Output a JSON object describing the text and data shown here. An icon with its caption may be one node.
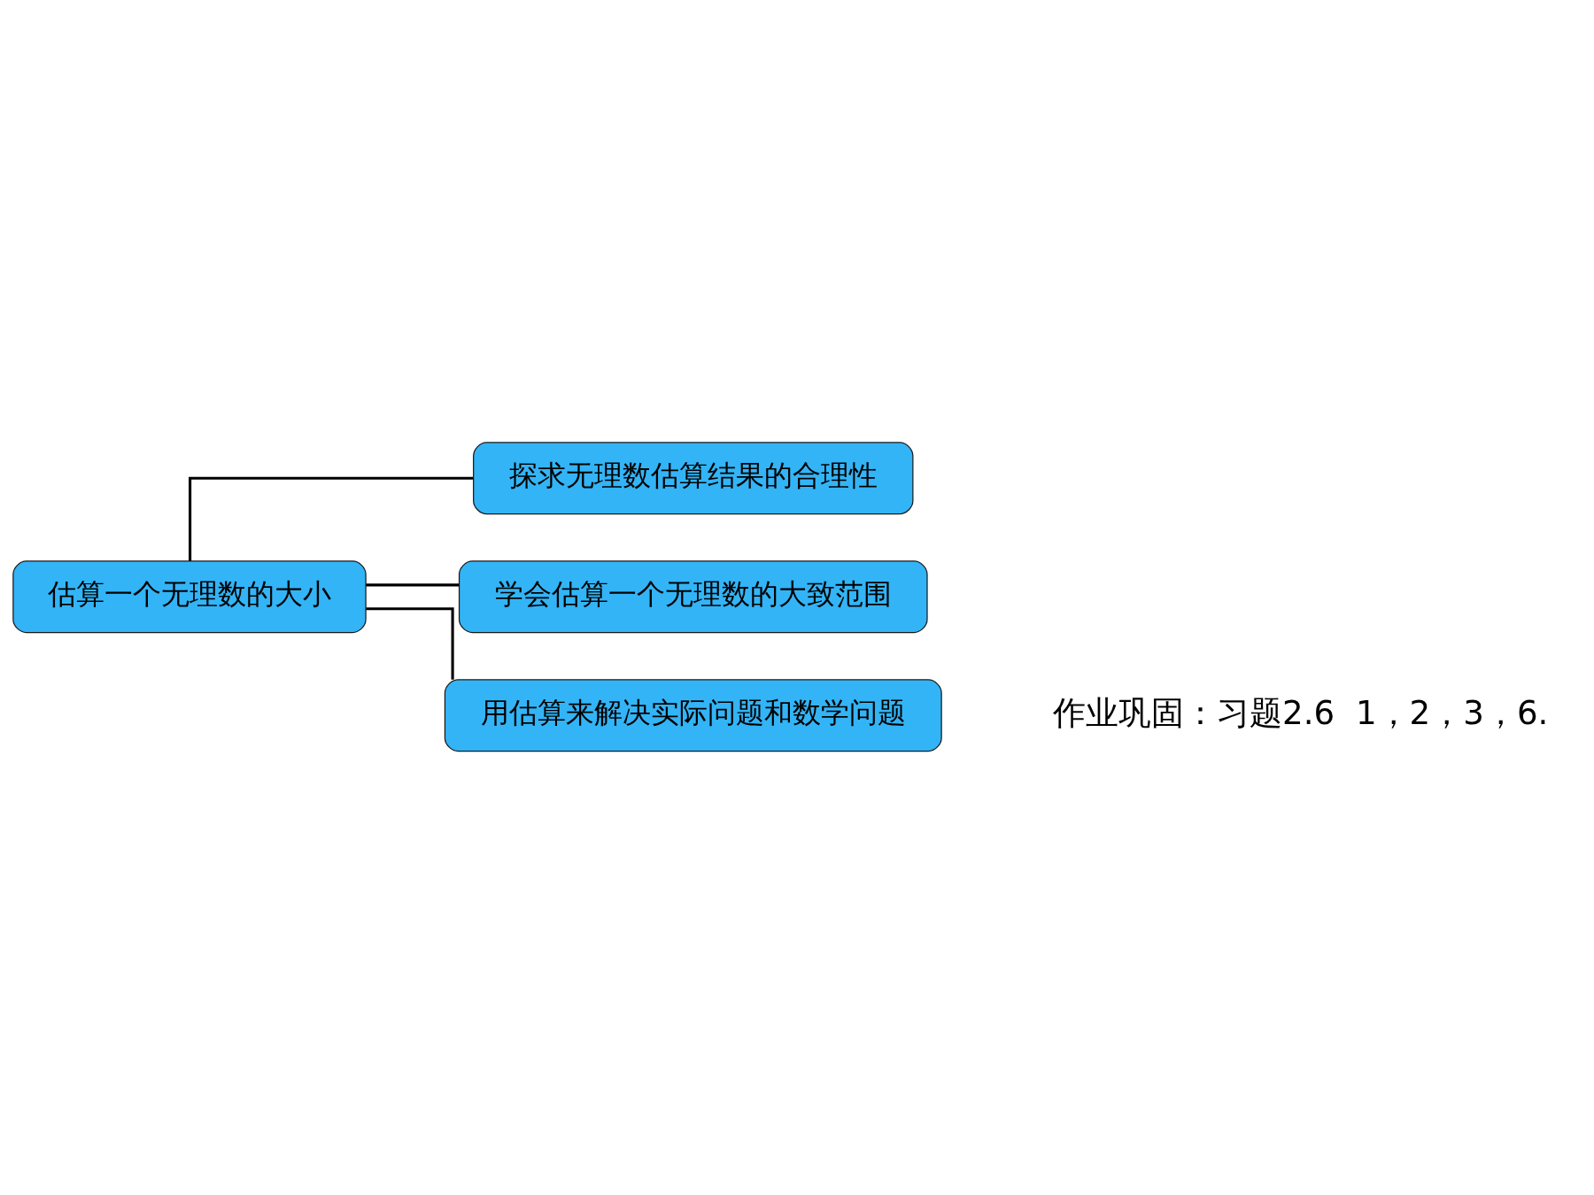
{
  "diagram": {
    "nodes": [
      {
        "text": [
          "估算一个无理数的大小"
        ]
      },
      {
        "text": [
          "探求无理数估算结果的合理性"
        ]
      },
      {
        "text": [
          "学会估算一个无理数的大致范围"
        ]
      },
      {
        "text": [
          "用估算来解决实际问题和数学问题"
        ]
      }
    ],
    "edges": [
      {
        "from": 0,
        "to": 1,
        "arrow": "none"
      },
      {
        "from": 0,
        "to": 2,
        "arrow": "none"
      },
      {
        "from": 0,
        "to": 3,
        "arrow": "none"
      }
    ],
    "labels": [
      "作业巩固：习题2.6  1，2，3，6."
    ]
  }
}
